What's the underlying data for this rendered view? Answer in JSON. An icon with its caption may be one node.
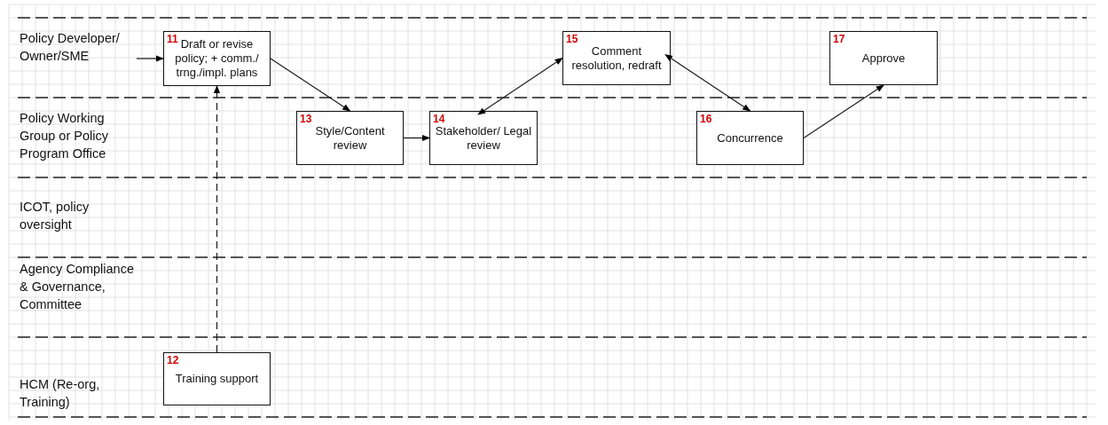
{
  "diagram": {
    "nodes": [
      {
        "text": [
          "11",
          "Draft or revise policy; + comm./ trng./impl. plans"
        ]
      },
      {
        "text": [
          "13",
          "Style/Content review"
        ]
      },
      {
        "text": [
          "14",
          "Stakeholder/ Legal review"
        ]
      },
      {
        "text": [
          "15",
          "Comment resolution, redraft"
        ]
      },
      {
        "text": [
          "16",
          "Concurrence"
        ]
      },
      {
        "text": [
          "17",
          "Approve"
        ]
      },
      {
        "text": [
          "12",
          "Training support"
        ]
      }
    ],
    "edges": [
      {
        "from": null,
        "to": 0,
        "arrow": "to"
      },
      {
        "from": 0,
        "to": 1,
        "arrow": "to"
      },
      {
        "from": 6,
        "to": 0,
        "arrow": "to",
        "style": "dashed"
      },
      {
        "from": 1,
        "to": 2,
        "arrow": "to"
      },
      {
        "from": 2,
        "to": 3,
        "arrow": "both"
      },
      {
        "from": 3,
        "to": 4,
        "arrow": "both"
      },
      {
        "from": 4,
        "to": 5,
        "arrow": "to"
      }
    ],
    "labels": [
      "Policy Developer/ Owner/SME",
      "Policy Working Group or Policy Program Office",
      "ICOT, policy oversight",
      "Agency Compliance & Governance, Committee",
      "HCM (Re-org, Training)"
    ]
  }
}
